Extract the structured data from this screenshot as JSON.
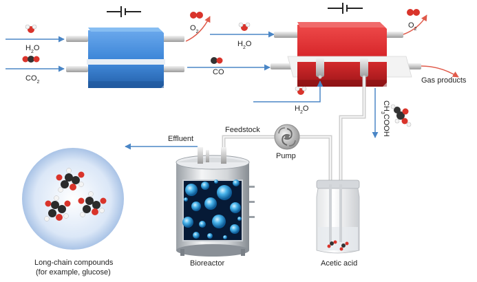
{
  "labels": {
    "h2o_left": "H",
    "co2_left": "CO",
    "o2_left": "O",
    "h2o_mid": "H",
    "co_mid": "CO",
    "o2_right": "O",
    "gas_products": "Gas products",
    "h2o_bottom": "H",
    "acetic_formula": "CH",
    "effluent": "Effluent",
    "feedstock": "Feedstock",
    "pump": "Pump",
    "bioreactor": "Bioreactor",
    "acetic_acid": "Acetic acid",
    "long_chain_line1": "Long-chain compounds",
    "long_chain_line2": "(for example, glucose)"
  },
  "subscripts": {
    "h2o": "2",
    "co2": "2",
    "o2": "2",
    "ch3": "3",
    "cooh": "COOH"
  },
  "suffixes": {
    "water": "O"
  },
  "colors": {
    "electrolyzer1": "#3d86d8",
    "electrolyzer2": "#d7262a",
    "arrow_blue": "#4a86c6",
    "arrow_red": "#e05a4a",
    "bubble": "#3aa0e0",
    "oxygen_atom": "#d9342b",
    "carbon_atom": "#333333"
  }
}
